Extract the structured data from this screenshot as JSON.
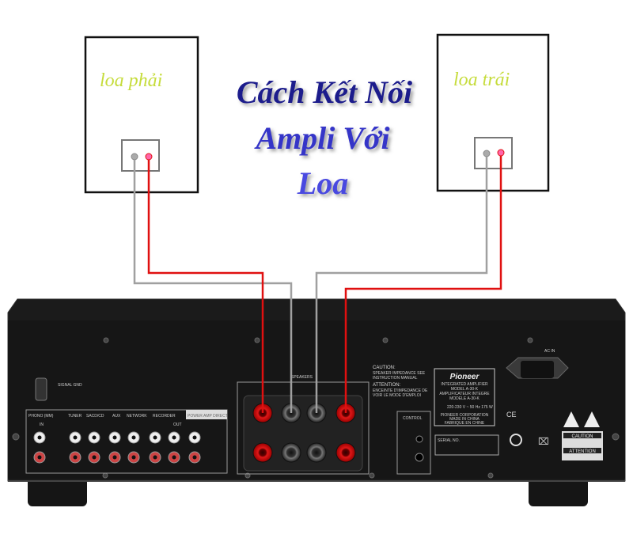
{
  "title": {
    "line1": "Cách Kết Nối",
    "line2": "Ampli Với",
    "line3": "Loa"
  },
  "speakers": {
    "right_label": "loa phải",
    "left_label": "loa trái"
  },
  "amplifier": {
    "brand": "Pioneer",
    "ground_label": "SIGNAL GND",
    "input_sections": [
      "PHONO (MM)",
      "TUNER",
      "SACD/CD",
      "AUX",
      "NETWORK",
      "RECORDER",
      "POWER AMP DIRECT"
    ],
    "in_label": "IN",
    "out_label": "OUT",
    "speakers_label": "SPEAKERS",
    "caution_title": "CAUTION:",
    "caution_text": "SPEAKER IMPEDANCE SEE INSTRUCTION MANUAL",
    "attention_title": "ATTENTION:",
    "attention_text": "ENCEINTE D'IMPEDANCE DE VOIR LE MODE D'EMPLOI",
    "control_label": "CONTROL",
    "serial_label": "SERIAL NO.",
    "plate_lines": [
      "INTEGRATED AMPLIFIER",
      "MODEL A-30-K",
      "AMPLIFICATEUR INTEGRE",
      "MODELE A-30-K"
    ],
    "power_rating": "220-230 V ~ 50 Hz 175 W",
    "corp_lines": [
      "PIONEER CORPORATION",
      "MADE IN CHINA",
      "FABRIQUE EN CHINE"
    ],
    "ac_in_label": "AC IN",
    "warning_caution": "CAUTION",
    "warning_attention": "ATTENTION"
  },
  "colors": {
    "title_dark": "#1a1a8c",
    "title_light": "#3b3bd6",
    "wire_red": "#e01010",
    "wire_gray": "#a0a0a0",
    "speaker_label": "#c6dc3c"
  }
}
